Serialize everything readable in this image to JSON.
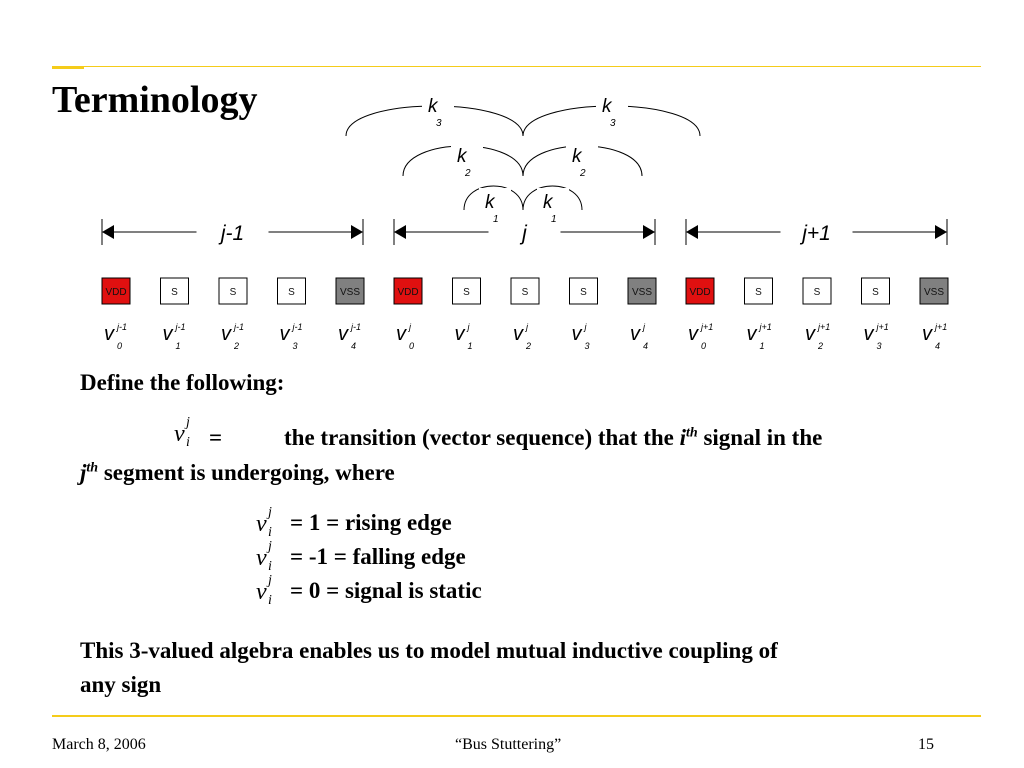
{
  "slide": {
    "title": "Terminology",
    "define_heading": "Define the following:",
    "definition": {
      "symbol_base": "v",
      "symbol_sup": "j",
      "symbol_sub": "i",
      "equals": "=",
      "line1_a": "the transition (vector sequence) that the ",
      "line1_i": "i",
      "line1_th": "th",
      "line1_b": " signal in the",
      "line2_j": "j",
      "line2_th": "th",
      "line2_b": " segment is undergoing, where"
    },
    "values": [
      {
        "text": "= 1  =  rising edge"
      },
      {
        "text": "= -1 =  falling edge"
      },
      {
        "text": "= 0  =  signal is static"
      }
    ],
    "conclusion_line1": "This 3-valued algebra enables us to model mutual inductive coupling of",
    "conclusion_line2": "any sign"
  },
  "diagram": {
    "coupling_labels": [
      {
        "k": "k",
        "sub": "3"
      },
      {
        "k": "k",
        "sub": "3"
      },
      {
        "k": "k",
        "sub": "2"
      },
      {
        "k": "k",
        "sub": "2"
      },
      {
        "k": "k",
        "sub": "1"
      },
      {
        "k": "k",
        "sub": "1"
      }
    ],
    "segments": [
      "j-1",
      "j",
      "j+1"
    ],
    "segment_sups": [
      "j-1",
      "j",
      "j+1"
    ],
    "cell_labels": [
      "VDD",
      "S",
      "S",
      "S",
      "VSS"
    ],
    "signal_base": "v",
    "signal_subs": [
      "0",
      "1",
      "2",
      "3",
      "4"
    ],
    "colors": {
      "vdd": "#e01010",
      "vss": "#808080",
      "signal": "#ffffff",
      "rule": "#f5cc1a"
    }
  },
  "footer": {
    "date": "March 8, 2006",
    "title": "“Bus Stuttering”",
    "page": "15"
  }
}
